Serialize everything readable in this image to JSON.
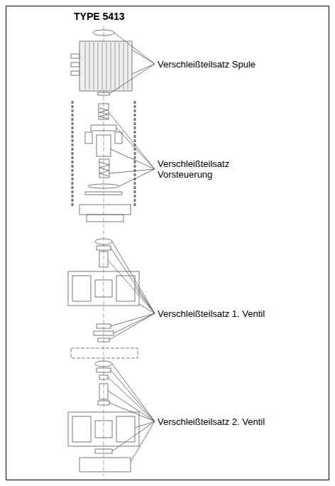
{
  "diagram": {
    "title": "TYPE 5413",
    "labels": [
      "Verschleißteilsatz Spule",
      "Verschleißteilsatz Vorsteuerung",
      "Verschleißteilsatz 1. Ventil",
      "Verschleißteilsatz 2. Ventil"
    ]
  }
}
